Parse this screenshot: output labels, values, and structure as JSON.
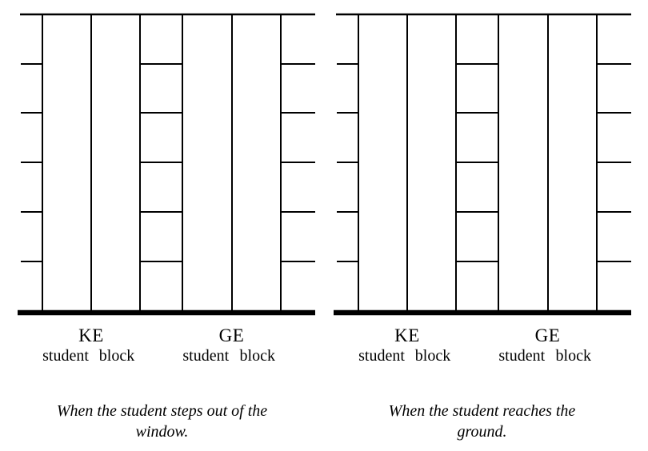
{
  "document": {
    "background_color": "#ffffff",
    "line_color": "#000000",
    "text_color": "#000000"
  },
  "grid": {
    "tick_levels_per_axis": 6,
    "bars_per_group": 2,
    "groups_per_panel": 2
  },
  "panels": [
    {
      "id": "when-student-steps-out",
      "caption": "When the student steps out of the window.",
      "groups": [
        {
          "energy_label": "KE",
          "bar_labels": [
            "student",
            "block"
          ]
        },
        {
          "energy_label": "GE",
          "bar_labels": [
            "student",
            "block"
          ]
        }
      ]
    },
    {
      "id": "when-student-reaches-ground",
      "caption": "When the student reaches the ground.",
      "groups": [
        {
          "energy_label": "KE",
          "bar_labels": [
            "student",
            "block"
          ]
        },
        {
          "energy_label": "GE",
          "bar_labels": [
            "student",
            "block"
          ]
        }
      ]
    }
  ]
}
